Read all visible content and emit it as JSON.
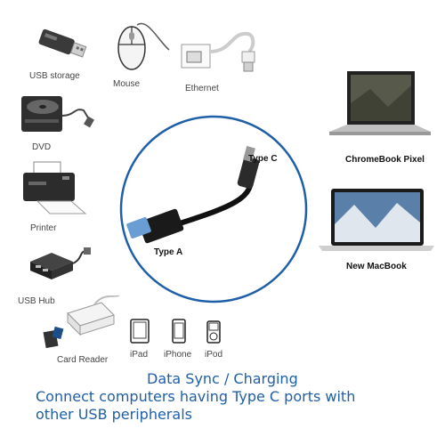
{
  "devices": {
    "usb_storage": "USB storage",
    "mouse": "Mouse",
    "ethernet": "Ethernet",
    "dvd": "DVD",
    "printer": "Printer",
    "usb_hub": "USB Hub",
    "card_reader": "Card Reader",
    "ipad": "iPad",
    "iphone": "iPhone",
    "ipod": "iPod"
  },
  "laptops": {
    "chromebook": "ChromeBook Pixel",
    "macbook": "New MacBook"
  },
  "cable": {
    "type_c": "Type C",
    "type_a": "Type A"
  },
  "caption": {
    "line1": "Data Sync / Charging",
    "line2": "Connect computers having Type C ports with",
    "line3": "other USB peripherals"
  }
}
